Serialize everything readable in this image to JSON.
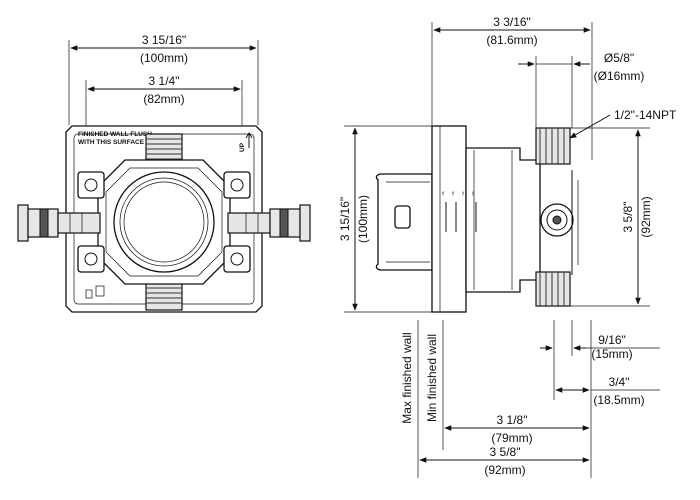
{
  "front_view": {
    "dim_overall_width": "3 15/16\"",
    "dim_overall_width_mm": "(100mm)",
    "dim_port_span": "3 1/4\"",
    "dim_port_span_mm": "(82mm)",
    "note_line1": "FINISHED WALL FLUSH",
    "note_line2": "WITH THIS SURFACE",
    "up_label": "UP"
  },
  "side_view": {
    "dim_depth": "3 3/16\"",
    "dim_depth_mm": "(81.6mm)",
    "dim_port_diameter": "Ø5/8\"",
    "dim_port_diameter_mm": "(Ø16mm)",
    "thread_label": "1/2\"-14NPT",
    "dim_height": "3 15/16\"",
    "dim_height_mm": "(100mm)",
    "dim_inlet_span": "3 5/8\"",
    "dim_inlet_span_mm": "(92mm)",
    "dim_offset_small": "9/16\"",
    "dim_offset_small_mm": "(15mm)",
    "dim_offset_large": "3/4\"",
    "dim_offset_large_mm": "(18.5mm)",
    "dim_min_wall": "3 1/8\"",
    "dim_min_wall_mm": "(79mm)",
    "dim_max_wall": "3 5/8\"",
    "dim_max_wall_mm": "(92mm)",
    "label_max_wall": "Max finished wall",
    "label_min_wall": "Min finished wall"
  }
}
